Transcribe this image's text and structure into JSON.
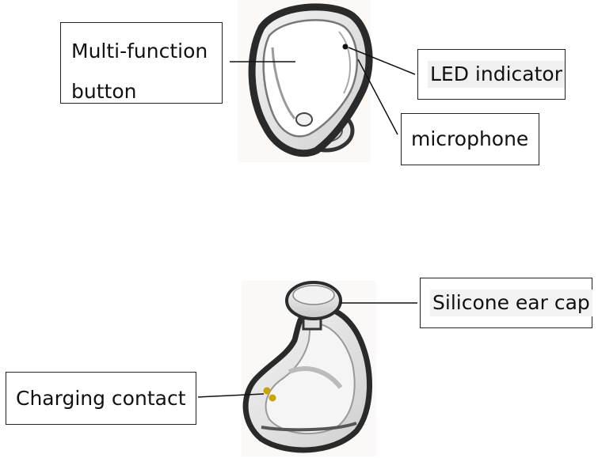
{
  "labels": {
    "multi_function_line1": "Multi-function",
    "multi_function_line2": "button",
    "led_indicator": "LED indicator",
    "microphone": "microphone",
    "silicone_ear_cap": "Silicone ear cap",
    "charging_contact": "Charging contact"
  },
  "colors": {
    "outline": "#222222",
    "earbud_shell": "#444444",
    "charging_dot": "#c9a400",
    "label_highlight": "#f0f0f0"
  }
}
